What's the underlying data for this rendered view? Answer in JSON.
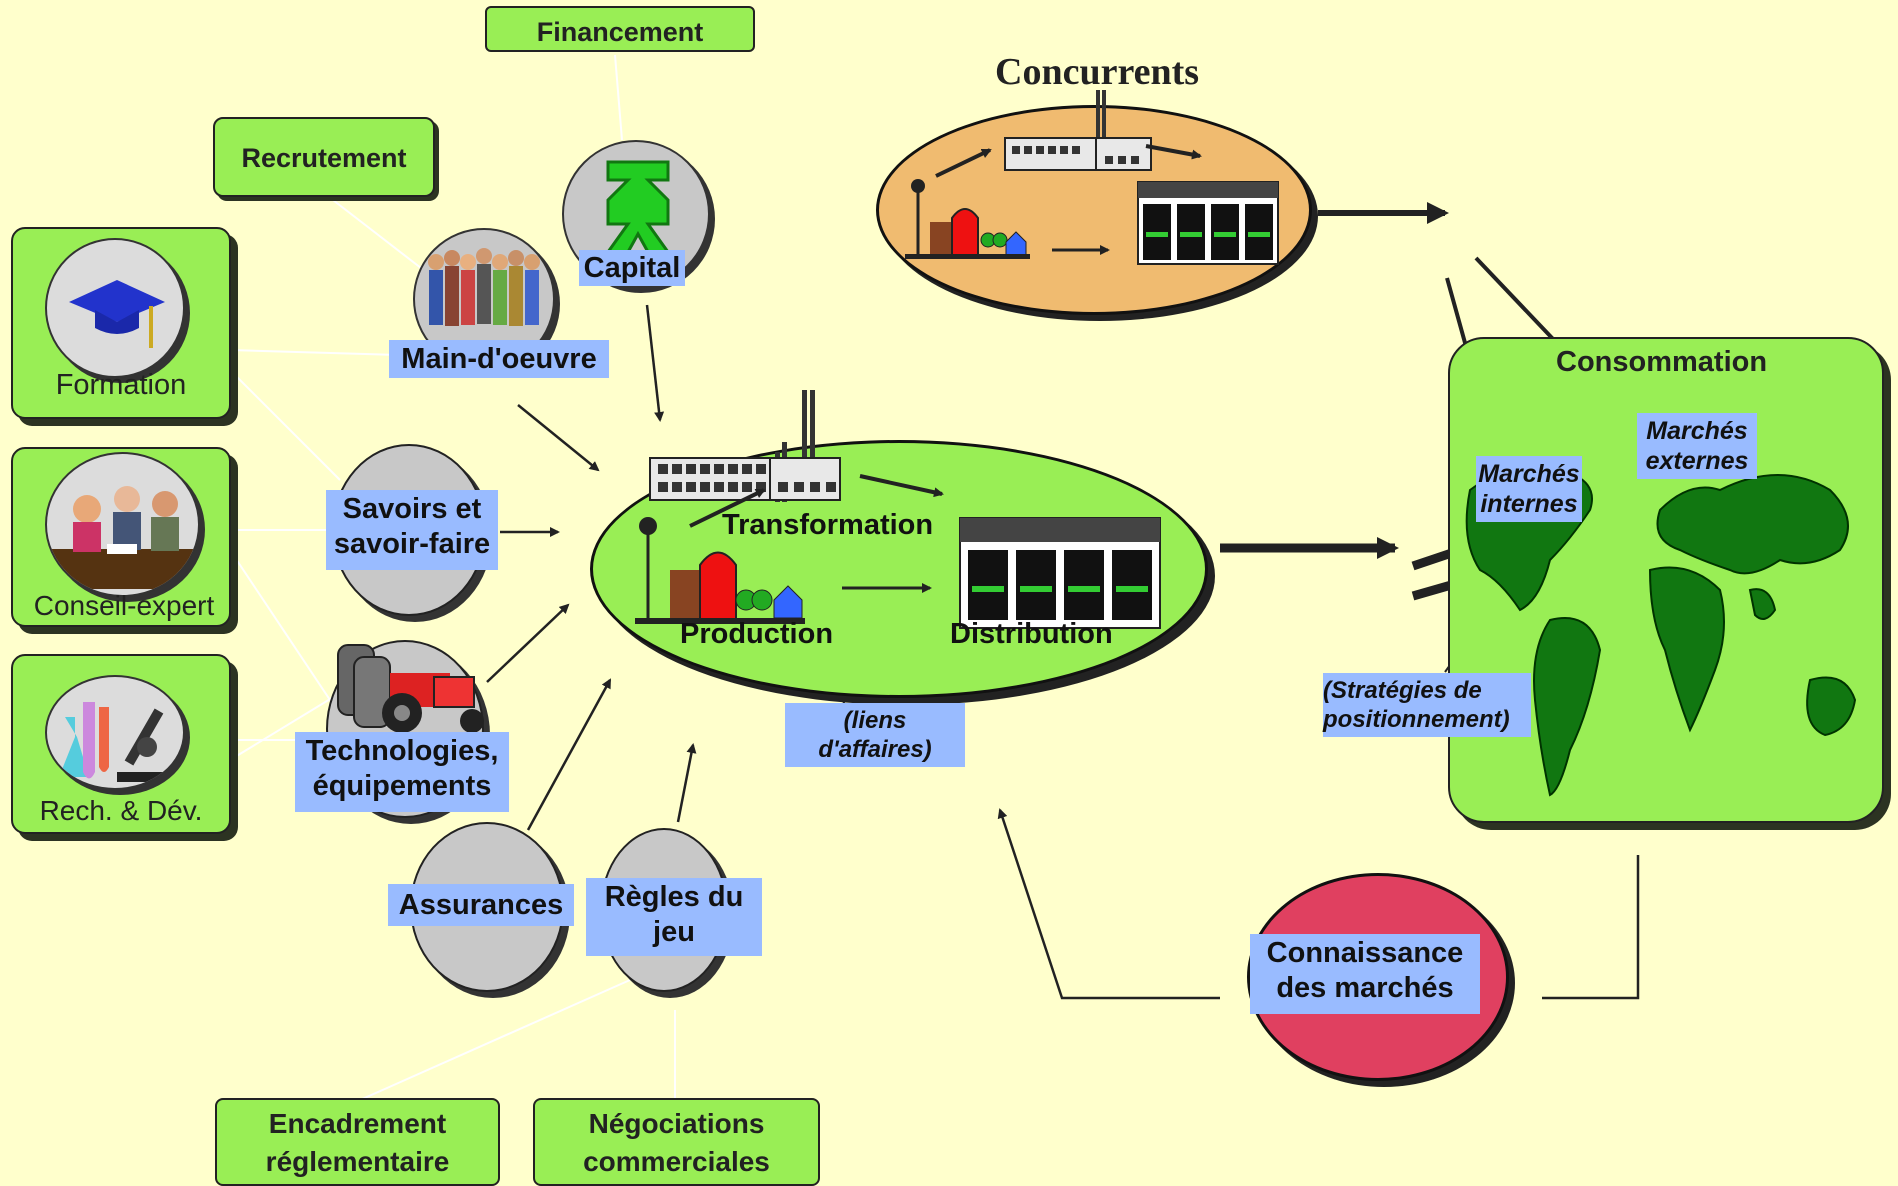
{
  "colors": {
    "background": "#ffffcc",
    "green_box": "#99ee55",
    "label_blue": "#99bbff",
    "orange": "#f0bb70",
    "red": "#e04060",
    "gray": "#c8c8c8"
  },
  "top": {
    "financement": "Financement",
    "recrutement": "Recrutement"
  },
  "left": {
    "formation": "Formation",
    "conseil": "Conseil-expert",
    "rd": "Rech. & Dév."
  },
  "resources": {
    "capital": "Capital",
    "main_oeuvre": "Main-d'oeuvre",
    "savoirs_1": "Savoirs et",
    "savoirs_2": "savoir-faire",
    "tech_1": "Technologies,",
    "tech_2": "équipements",
    "assurances": "Assurances",
    "regles_1": "Règles du",
    "regles_2": "jeu"
  },
  "bottom": {
    "encadrement_1": "Encadrement",
    "encadrement_2": "réglementaire",
    "negociations_1": "Négociations",
    "negociations_2": "commerciales"
  },
  "center": {
    "transformation": "Transformation",
    "production": "Production",
    "distribution": "Distribution"
  },
  "liens": {
    "line1": "(liens",
    "line2": "d'affaires)"
  },
  "concurrents": {
    "title": "Concurrents"
  },
  "consommation": {
    "title": "Consommation",
    "internes_1": "Marchés",
    "internes_2": "internes",
    "externes_1": "Marchés",
    "externes_2": "externes"
  },
  "strategies": {
    "line1": "(Stratégies de",
    "line2": "positionnement)"
  },
  "connaissance": {
    "line1": "Connaissance",
    "line2": "des marchés"
  },
  "icons": [
    "graduation-cap-icon",
    "meeting-icon",
    "lab-icon",
    "dollar-icon",
    "workers-icon",
    "barrels-tractor-icon",
    "factory-icon",
    "farm-icon",
    "trucks-icon",
    "world-map-icon"
  ]
}
